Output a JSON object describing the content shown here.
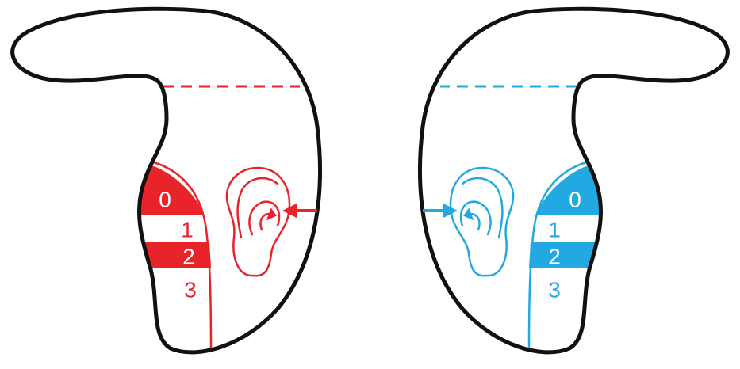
{
  "colors": {
    "outline": "#111111",
    "left_accent": "#e8232a",
    "right_accent": "#22a9e1"
  },
  "left_mold": {
    "zones": [
      {
        "label": "0",
        "filled": true
      },
      {
        "label": "1",
        "filled": false
      },
      {
        "label": "2",
        "filled": true
      },
      {
        "label": "3",
        "filled": false
      }
    ],
    "icons": [
      "ear-icon",
      "arrow-right-to-left-icon"
    ]
  },
  "right_mold": {
    "zones": [
      {
        "label": "0",
        "filled": true
      },
      {
        "label": "1",
        "filled": false
      },
      {
        "label": "2",
        "filled": true
      },
      {
        "label": "3",
        "filled": false
      }
    ],
    "icons": [
      "ear-icon",
      "arrow-left-to-right-icon"
    ]
  }
}
